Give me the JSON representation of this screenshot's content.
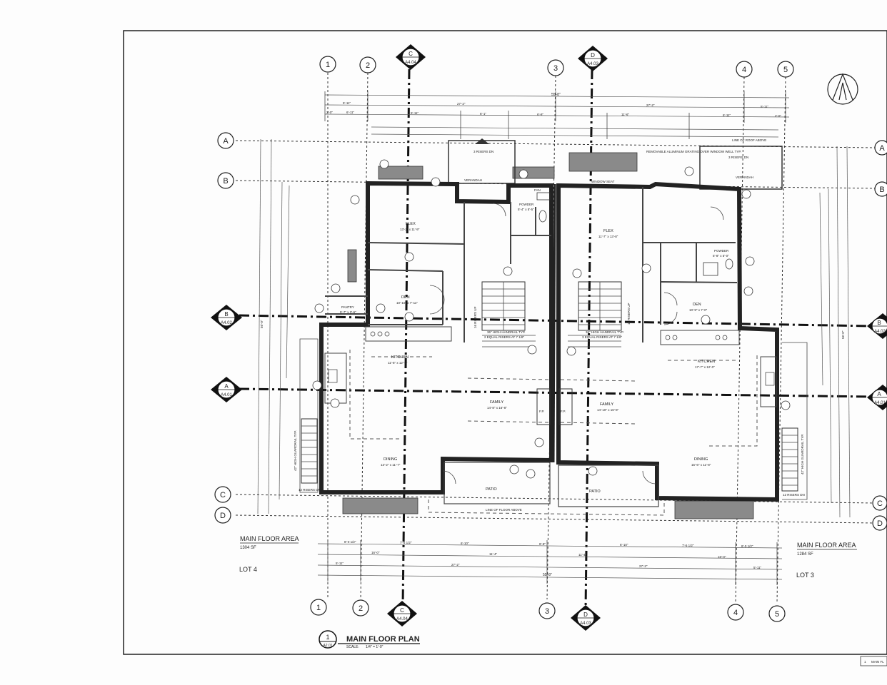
{
  "grid_columns_top": [
    "1",
    "2",
    "3",
    "4",
    "5"
  ],
  "grid_columns_bottom": [
    "1",
    "2",
    "3",
    "4",
    "5"
  ],
  "grid_rows_left": [
    "A",
    "B",
    "C",
    "D"
  ],
  "grid_rows_right": [
    "A",
    "B",
    "C",
    "D"
  ],
  "section_markers": {
    "c_top": {
      "letter": "C",
      "ref": "A4.04"
    },
    "d_top": {
      "letter": "D",
      "ref": "A4.03"
    },
    "c_bottom": {
      "letter": "C",
      "ref": "A4.04"
    },
    "d_bottom": {
      "letter": "D",
      "ref": "A4.03"
    },
    "b_left": {
      "letter": "B",
      "ref": "A4.02"
    },
    "a_left": {
      "letter": "A",
      "ref": "A4.01"
    },
    "b_right": {
      "letter": "B",
      "ref": "A4.02"
    },
    "a_right": {
      "letter": "A",
      "ref": "A4.01"
    }
  },
  "rooms": {
    "left_flex": {
      "name": "FLEX",
      "size": "13'-2\" x 11'-9\""
    },
    "left_den": {
      "name": "DEN",
      "size": "10'-10\" x 7'-11\""
    },
    "left_pantry": {
      "name": "PANTRY",
      "size": "5'-7\" x 3'-6\""
    },
    "left_kitchen": {
      "name": "KITCHEN",
      "size": "11'-6\" x 12'-0\""
    },
    "left_family": {
      "name": "FAMILY",
      "size": "14'-8\" x 16'-8\""
    },
    "left_dining": {
      "name": "DINING",
      "size": "13'-2\" x 11'-7\""
    },
    "left_patio": {
      "name": "PATIO"
    },
    "left_verandah": {
      "name": "VERANDAH"
    },
    "left_powder": {
      "name": "POWDER",
      "size": "5'-4\" x 5'-5\""
    },
    "left_fan": {
      "name": "FAN"
    },
    "right_flex": {
      "name": "FLEX",
      "size": "11'-7\" x 13'-8\""
    },
    "right_den": {
      "name": "DEN",
      "size": "10'-9\" x 7'-0\""
    },
    "right_powder": {
      "name": "POWDER",
      "size": "5'-8\" x 5'-0\""
    },
    "right_kitchen": {
      "name": "KITCHEN",
      "size": "17'-7\" x 12'-0\""
    },
    "right_family": {
      "name": "FAMILY",
      "size": "14'-10\" x 16'-8\""
    },
    "right_dining": {
      "name": "DINING",
      "size": "15'-6\" x 11'-8\""
    },
    "right_patio": {
      "name": "PATIO"
    },
    "right_verandah": {
      "name": "VERANDAH"
    }
  },
  "notes": {
    "risers_dn_left": "3 RISERS DN",
    "risers_dn_right": "3 RISERS DN",
    "window_seat": "WINDOW SEAT",
    "removable_grating": "REMOVABLE ALUMINUM GRATING OVER WINDOW WELL TYP.",
    "line_of_roof_above": "LINE OF ROOF ABOVE",
    "line_of_floor_above": "LINE OF FLOOR ABOVE",
    "risers_up_left": "16 RISERS UP",
    "risers_up_right": "15 RISERS UP",
    "high_handrail_left": "36\" HIGH HANDRAIL TYP.",
    "high_handrail_right": "36\" HIGH HANDRAIL TYP.",
    "equal_risers_left": "2 EQUAL RISERS AT 7 1/8\"",
    "equal_risers_right": "3 EQUAL RISERS AT 7 1/8\"",
    "risers_dn_stair_left": "12 RISERS DN",
    "risers_dn_stair_right": "12 RISERS DN",
    "guard_left": "42\" HIGH GUARDRAIL TYP.",
    "guard_right": "42\" HIGH GUARDRAIL TYP.",
    "fp": "F.P."
  },
  "dimensions": {
    "overall_top": "55'-8\"",
    "overall_bottom": "55'-8\"",
    "top_row2": [
      "5'-11\"",
      "27'-2\"",
      "27'-2\"",
      "5'-11\""
    ],
    "top_row3": [
      "2'-0\"",
      "6'-11\"",
      "5'-11\"",
      "6'-1\"",
      "6'-9\"",
      "11'-6\"",
      "6'-11\"",
      "2'-0\""
    ],
    "bottom_row1": [
      "8'-0 1/2\"",
      "7'-5 1/2\"",
      "6'-10\"",
      "8'-8\"",
      "6'-10\"",
      "7'-5 1/2\"",
      "8'-0 1/2\""
    ],
    "bottom_row2": [
      "16'-0\"",
      "11'-4\"",
      "11'-4\"",
      "16'-0\""
    ],
    "bottom_row3": [
      "5'-11\"",
      "27'-2\"",
      "27'-2\"",
      "5'-11\""
    ],
    "left_overall": "56'-0\"",
    "right_overall": "56'-0\""
  },
  "area_left": {
    "title": "MAIN FLOOR AREA",
    "value": "1304 SF",
    "lot": "LOT 4"
  },
  "area_right": {
    "title": "MAIN FLOOR AREA",
    "value": "1284 SF",
    "lot": "LOT 3"
  },
  "title_block": {
    "number": "1",
    "sheet": "A2.01",
    "title": "MAIN FLOOR PLAN",
    "scale_label": "SCALE:",
    "scale_value": "1/4\" = 1'-0\""
  },
  "corner_label": {
    "number": "1",
    "text": "MAIN FL"
  }
}
